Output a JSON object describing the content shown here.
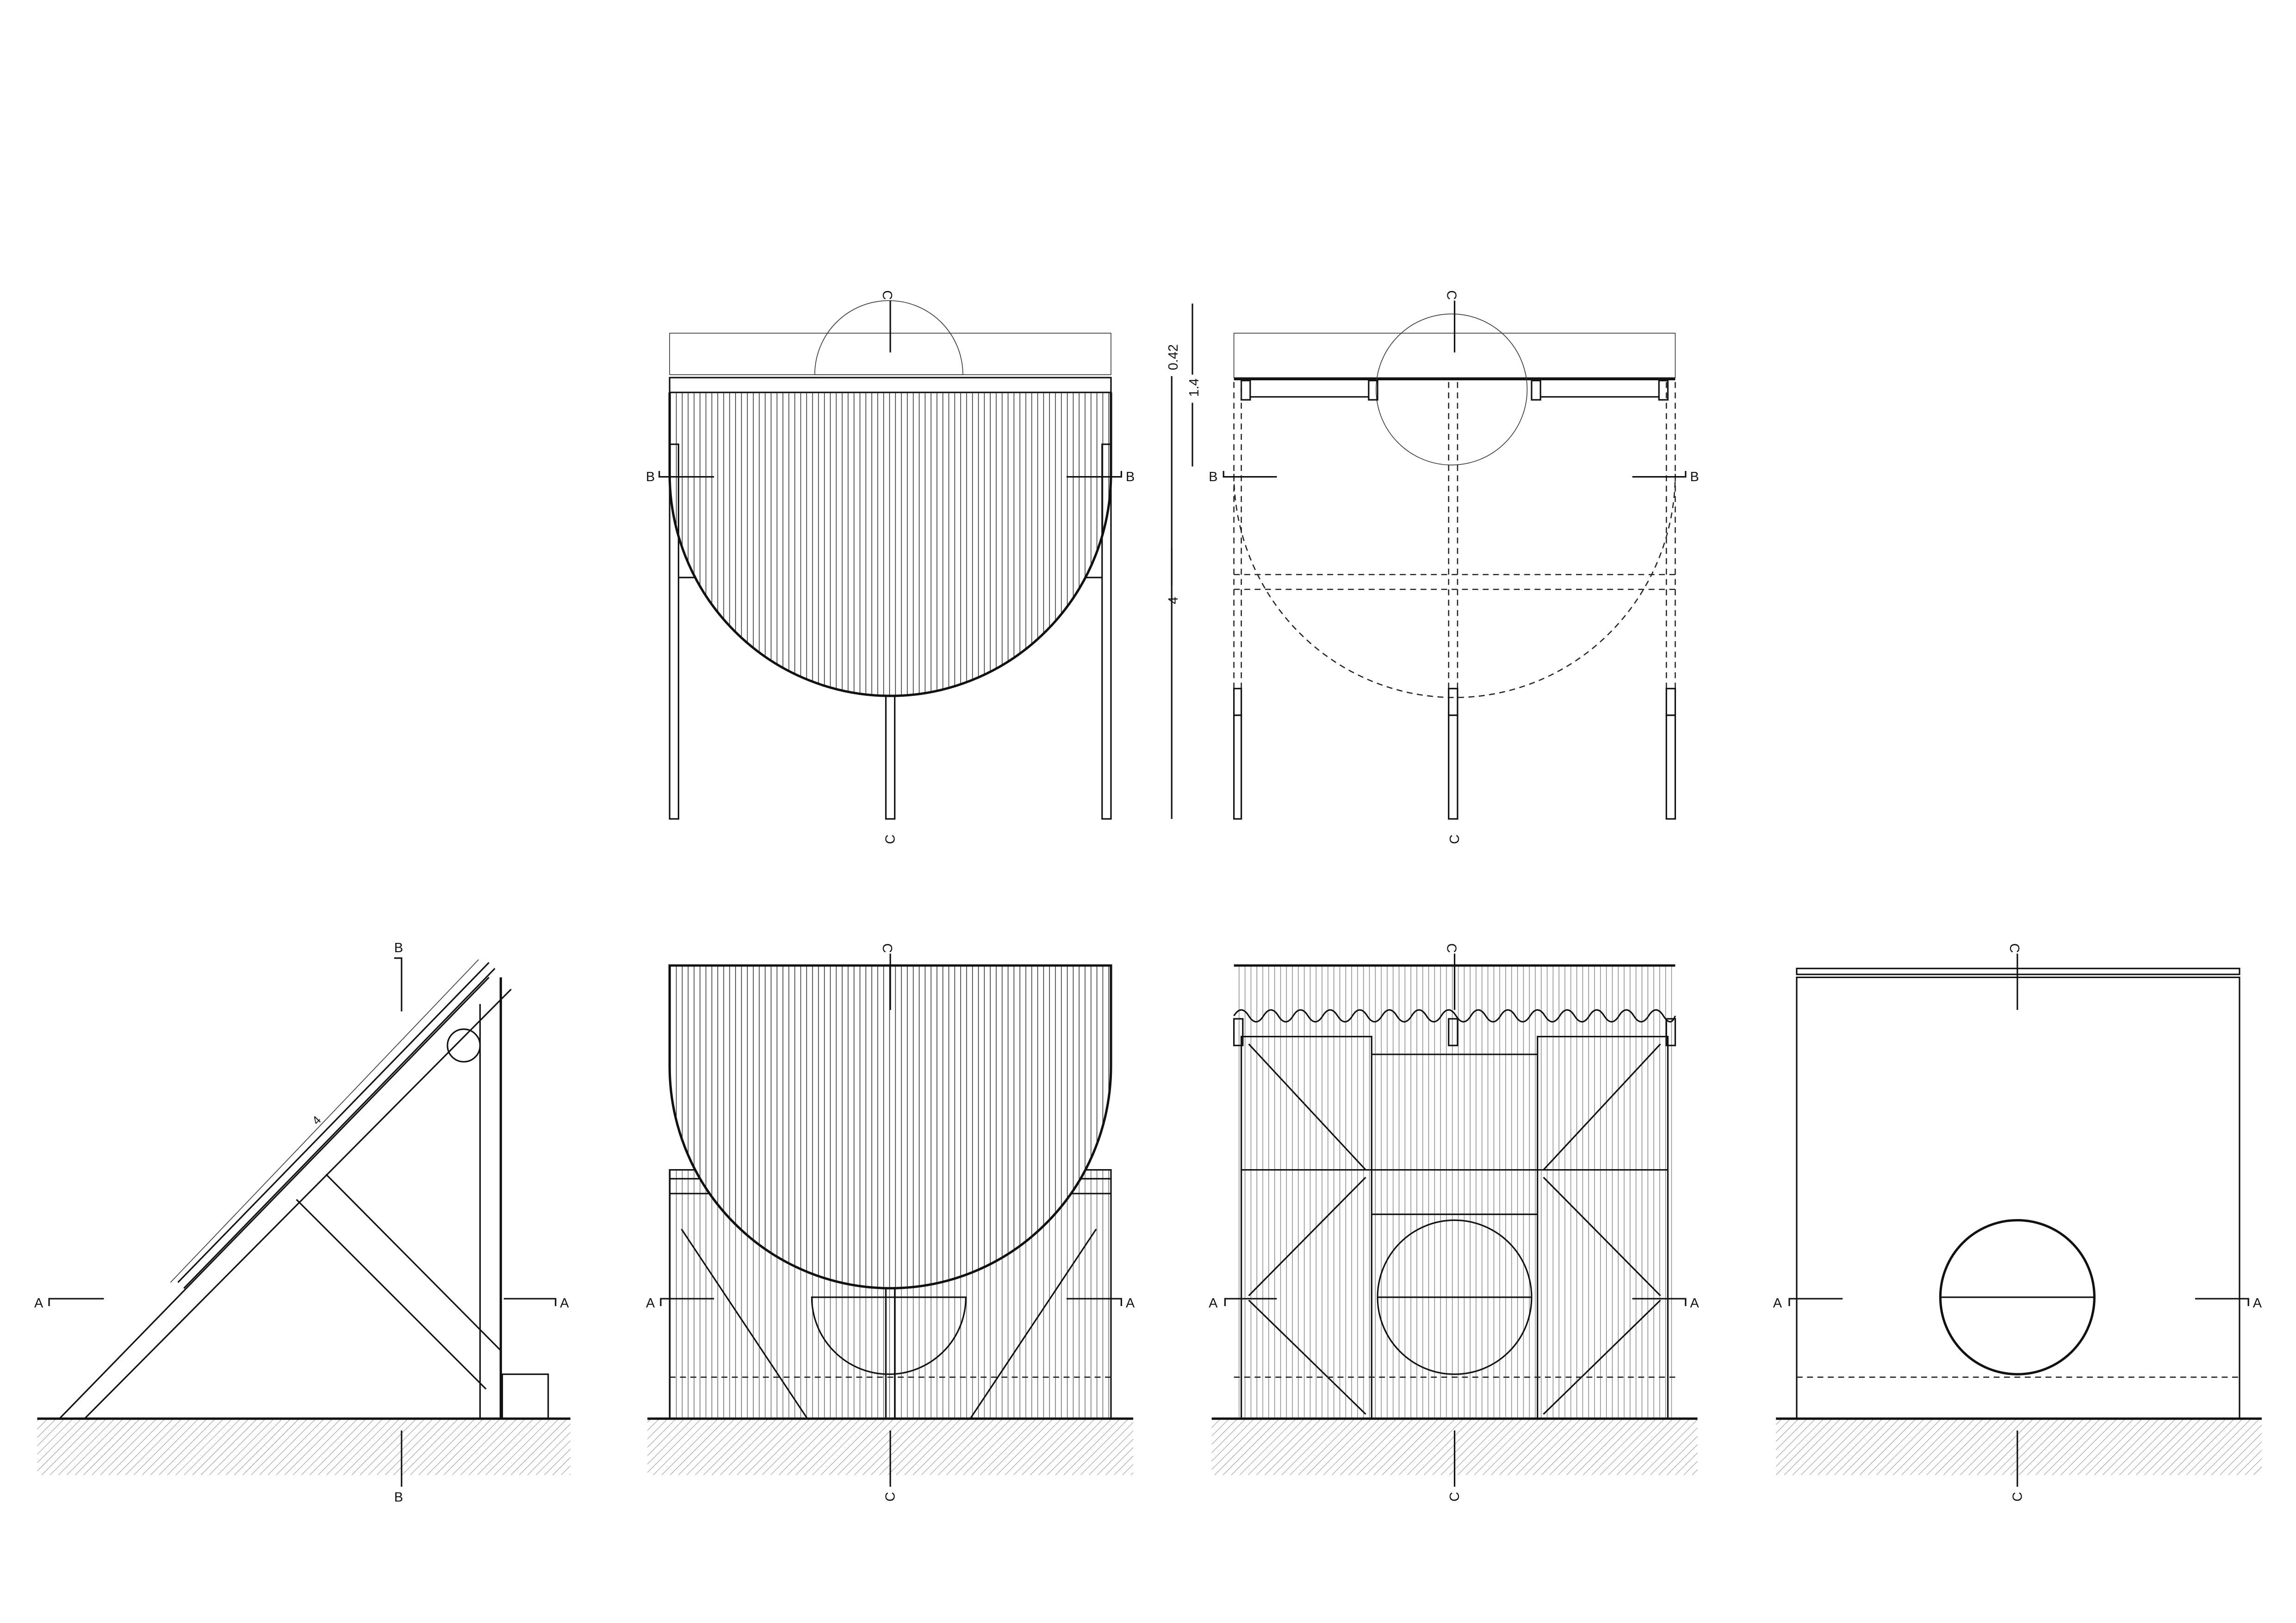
{
  "sections": {
    "a": "A",
    "b": "B",
    "c": "C"
  },
  "dimensions": {
    "total_height": "4",
    "roof_depth": "1.4",
    "roof_overhang": "0.42",
    "slope_length": "4"
  },
  "colors": {
    "stripe_blue": "#9fd3f7",
    "stripe_salmon": "#f7b9a3",
    "line": "#111111",
    "block": "#777777"
  }
}
